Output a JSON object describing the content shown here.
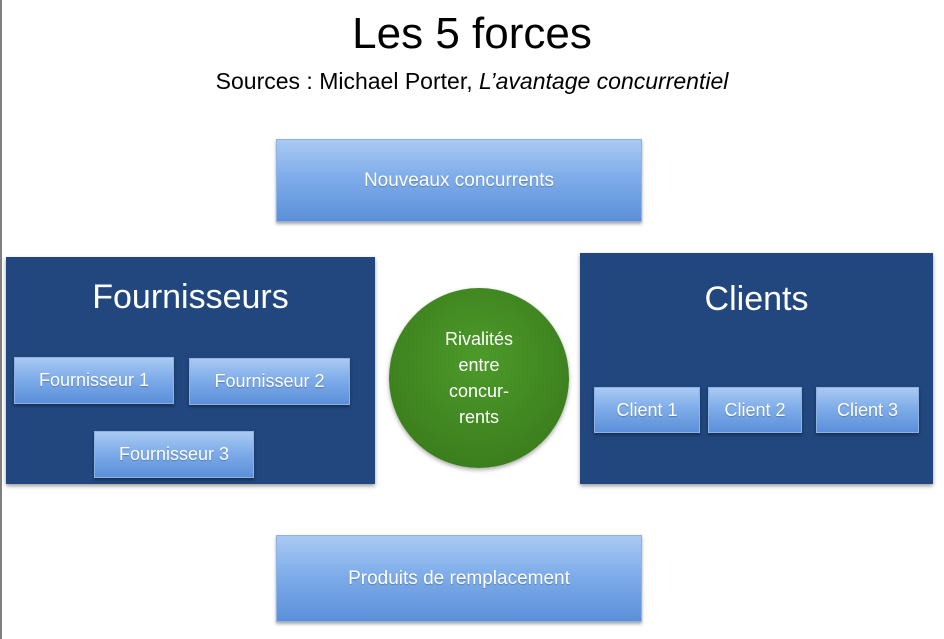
{
  "title": "Les 5 forces",
  "subtitle": {
    "prefix": "Sources : Michael Porter, ",
    "book": "L’avantage concurrentiel"
  },
  "forces": {
    "new_entrants": "Nouveaux concurrents",
    "substitutes": "Produits de remplacement",
    "suppliers": {
      "title": "Fournisseurs",
      "items": [
        "Fournisseur 1",
        "Fournisseur 2",
        "Fournisseur 3"
      ]
    },
    "clients": {
      "title": "Clients",
      "items": [
        "Client 1",
        "Client 2",
        "Client 3"
      ]
    },
    "rivalry": {
      "lines": [
        "Rivalités",
        "entre",
        "concur-",
        "rents"
      ]
    }
  },
  "colors": {
    "dark_panel": "#21477e",
    "light_box": "#7fadea",
    "circle": "#3f8420"
  }
}
